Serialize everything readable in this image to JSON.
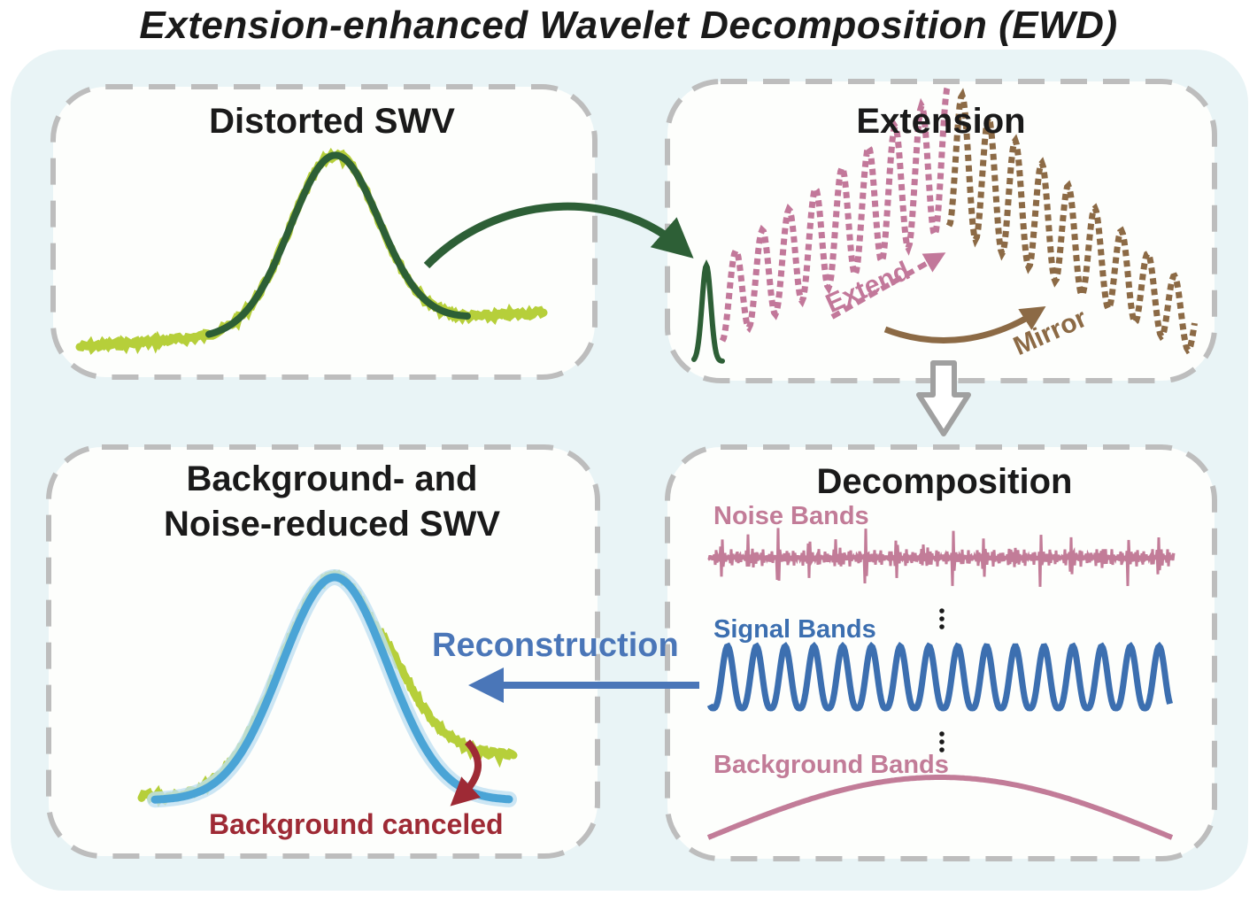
{
  "title": "Extension-enhanced Wavelet Decomposition (EWD)",
  "panels": {
    "distorted": {
      "title": "Distorted SWV"
    },
    "extension": {
      "title": "Extension",
      "extend_label": "Extend",
      "mirror_label": "Mirror"
    },
    "decomposition": {
      "title": "Decomposition",
      "noise_label": "Noise Bands",
      "signal_label": "Signal Bands",
      "background_label": "Background Bands"
    },
    "reduced": {
      "title_line1": "Background- and",
      "title_line2": "Noise-reduced SWV",
      "background_canceled": "Background canceled"
    }
  },
  "reconstruction_label": "Reconstruction",
  "colors": {
    "panel_area": "#e9f4f6",
    "panel_fill": "#fdfefc",
    "dashed_border": "#bdbdbd",
    "raw_data_green": "#b6cf3a",
    "fit_dark_green": "#2d5f36",
    "extend_pink": "#c2789a",
    "mirror_brown": "#8c6a45",
    "signal_blue": "#3c6fb0",
    "reconstruct_blue": "#4a76b8",
    "fit_light_blue": "#4aa4d6",
    "noise_pink": "#c27c98",
    "background_canceled_red": "#9e2a35",
    "down_arrow_gray": "#a0a0a0"
  }
}
